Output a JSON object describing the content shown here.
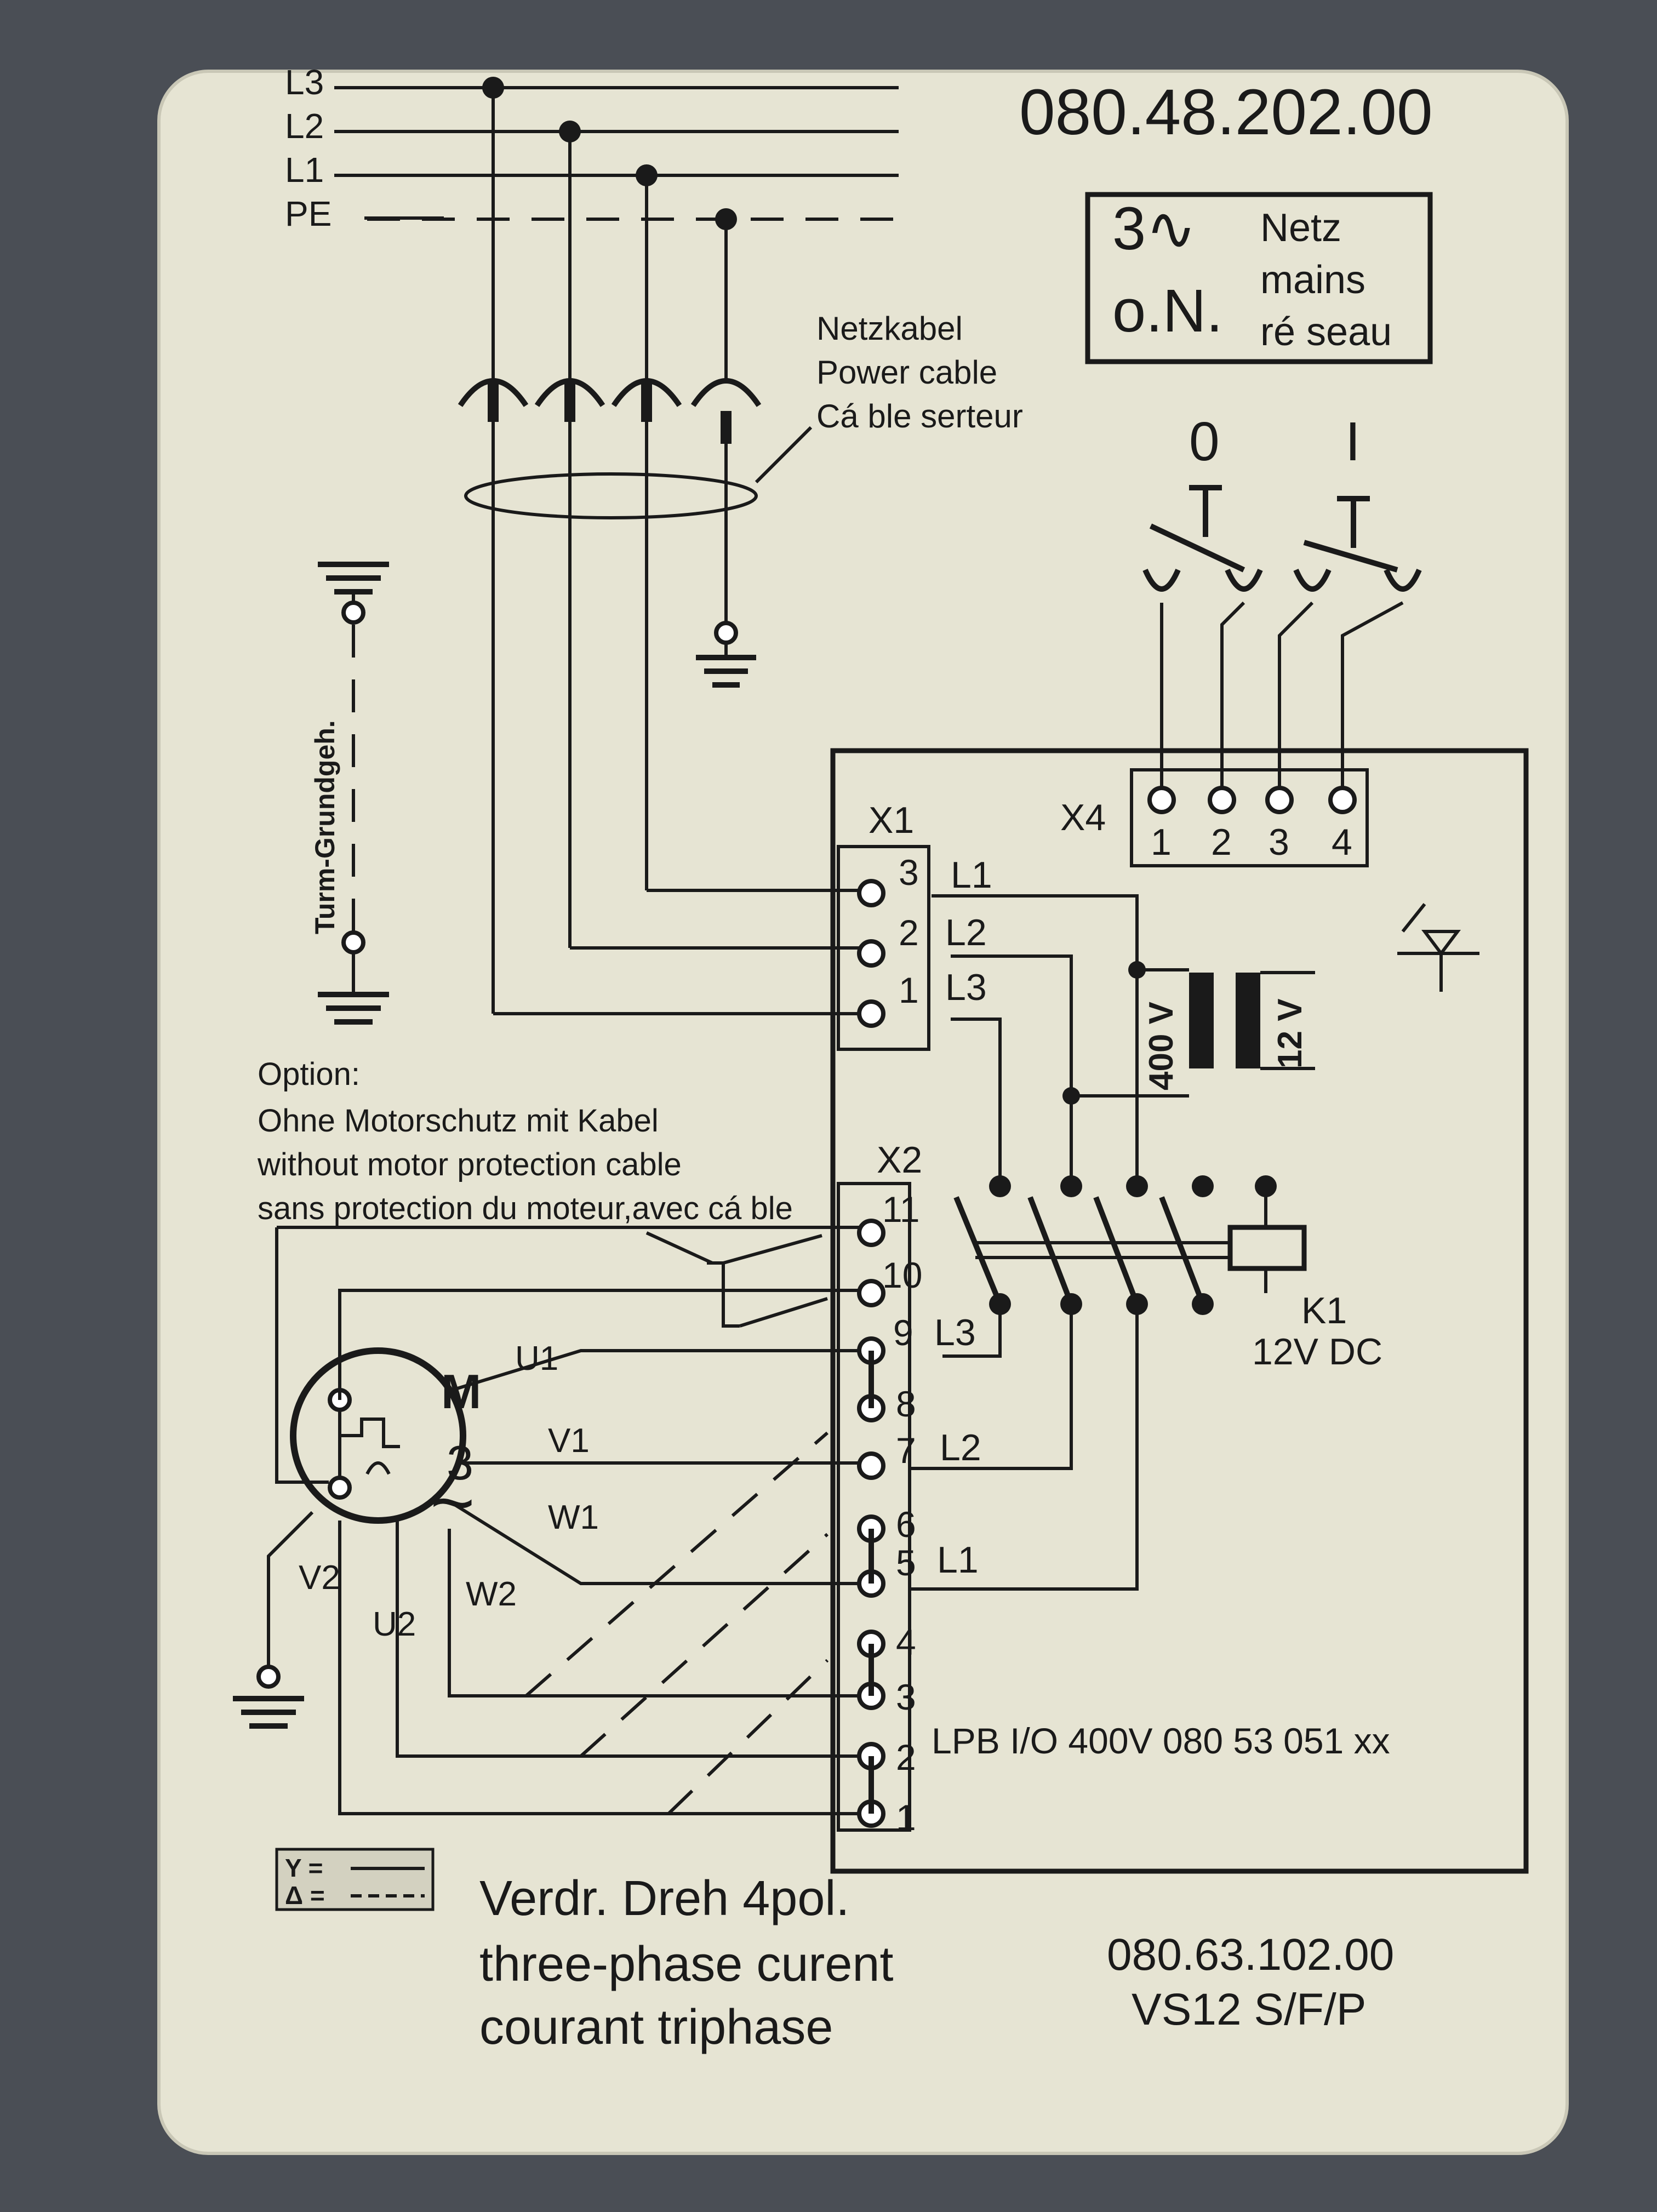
{
  "header": {
    "part_number": "080.48.202.00",
    "supply_symbol": "3∿",
    "supply_code": "o.N.",
    "netz_lines": [
      "Netz",
      "mains",
      "ré seau"
    ]
  },
  "mains_lines": [
    "L3",
    "L2",
    "L1",
    "PE"
  ],
  "power_cable": {
    "lines": [
      "Netzkabel",
      "Power cable",
      "Cá ble serteur"
    ]
  },
  "tower": {
    "label": "Turm-Grundgeh."
  },
  "switches": {
    "off": "0",
    "on": "I"
  },
  "connectors": {
    "x1": {
      "label": "X1",
      "pins": [
        "3",
        "2",
        "1"
      ],
      "phases": [
        "L1",
        "L2",
        "L3"
      ]
    },
    "x4": {
      "label": "X4",
      "pins": [
        "1",
        "2",
        "3",
        "4"
      ]
    },
    "x2": {
      "label": "X2",
      "pins": [
        "11",
        "10",
        "9",
        "8",
        "7",
        "6",
        "5",
        "4",
        "3",
        "2",
        "1"
      ],
      "phases": [
        "L3",
        "L2",
        "L1"
      ]
    }
  },
  "transformer": {
    "primary": "400 V",
    "secondary": "12 V"
  },
  "relay": {
    "name": "K1",
    "rating": "12V DC"
  },
  "option": {
    "lines": [
      "Option:",
      "Ohne Motorschutz mit Kabel",
      "without motor protection cable",
      "sans protection du moteur,avec cá ble"
    ]
  },
  "motor": {
    "m": "M",
    "phases": "3",
    "ac": "~",
    "terminals": [
      "U1",
      "V1",
      "W1",
      "V2",
      "U2",
      "W2"
    ]
  },
  "board": {
    "label": "LPB I/O 400V 080 53 051 xx"
  },
  "legend": {
    "star": "Y =",
    "delta": "Δ ="
  },
  "footer": {
    "desc_lines": [
      "Verdr. Dreh 4pol.",
      "three-phase curent",
      "courant triphase"
    ],
    "ref_number": "080.63.102.00",
    "model": "VS12  S/F/P"
  },
  "colors": {
    "plate": "#e6e4d3",
    "ink": "#1a1a1a",
    "background": "#4a4e55"
  }
}
